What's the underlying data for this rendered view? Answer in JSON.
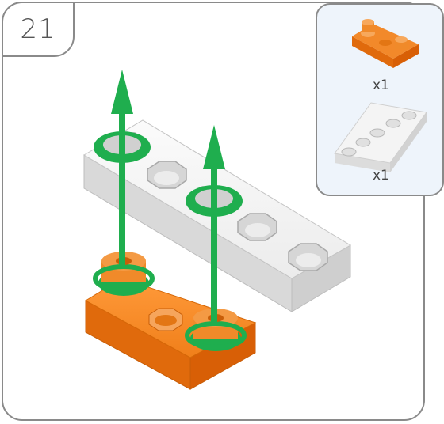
{
  "step": {
    "number": "21"
  },
  "parts": [
    {
      "name": "orange-connector",
      "quantity": "x1",
      "color": "#f07f1a"
    },
    {
      "name": "white-beam-5-hole",
      "quantity": "x1",
      "color": "#f2f2f2"
    }
  ],
  "colors": {
    "frame": "#8a8a8a",
    "panel": "#eef4fb",
    "arrow": "#1fae4e",
    "orange": "#f07f1a",
    "white": "#f0f0f0"
  }
}
